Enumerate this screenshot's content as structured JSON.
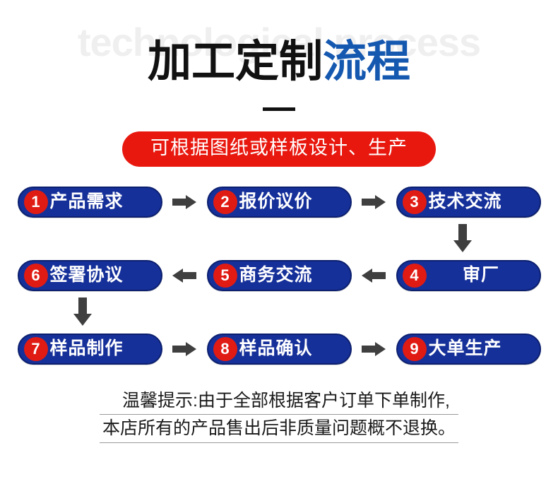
{
  "header": {
    "watermark": "technological process",
    "title_main": "加工定制",
    "title_accent": "流程",
    "banner": "可根据图纸或样板设计、生产"
  },
  "colors": {
    "pill_blue": "#16309a",
    "pill_border": "#0b1f6e",
    "number_red": "#e01b14",
    "banner_red": "#e8180f",
    "title_accent_blue": "#1558b0",
    "arrow_gray": "#3f3f3f",
    "watermark_gray": "#efefef"
  },
  "flow": {
    "rows": [
      {
        "steps": [
          {
            "num": "1",
            "label": "产品需求"
          },
          {
            "num": "2",
            "label": "报价议价"
          },
          {
            "num": "3",
            "label": "技术交流"
          }
        ],
        "connector": "arrow-right"
      },
      {
        "steps": [
          {
            "num": "6",
            "label": "签署协议"
          },
          {
            "num": "5",
            "label": "商务交流"
          },
          {
            "num": "4",
            "label": "审厂"
          }
        ],
        "connector": "arrow-left"
      },
      {
        "steps": [
          {
            "num": "7",
            "label": "样品制作"
          },
          {
            "num": "8",
            "label": "样品确认"
          },
          {
            "num": "9",
            "label": "大单生产"
          }
        ],
        "connector": "arrow-right"
      }
    ],
    "vertical_connectors": [
      "arrow-down-right",
      "arrow-down-left"
    ]
  },
  "note": {
    "line1": "温馨提示:由于全部根据客户订单下单制作,",
    "line2": "本店所有的产品售出后非质量问题概不退换。"
  }
}
